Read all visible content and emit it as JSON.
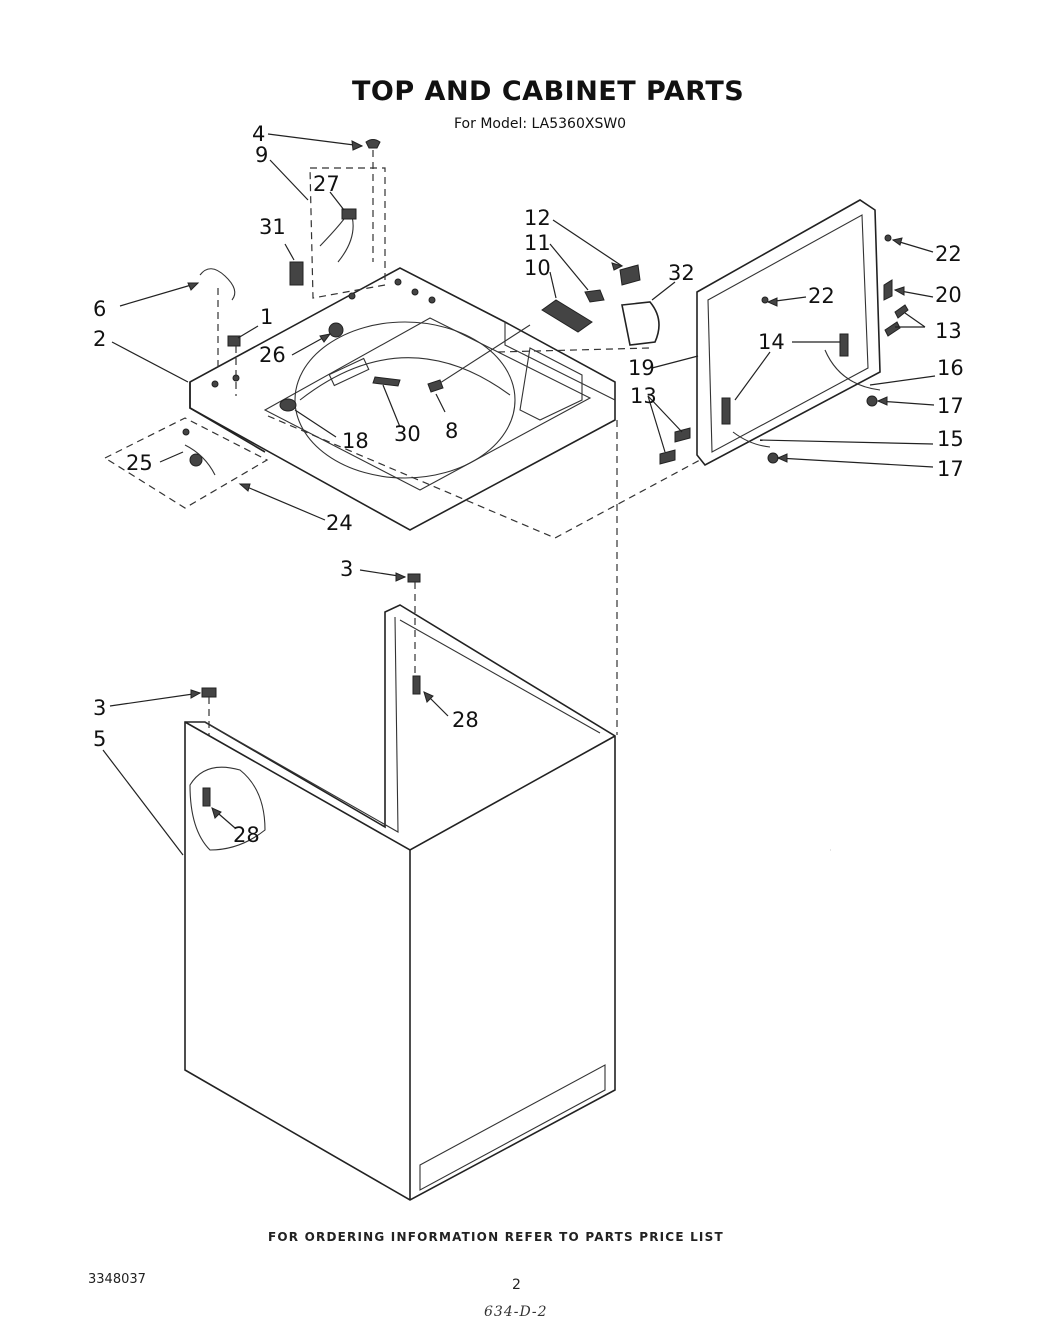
{
  "header": {
    "title": "TOP AND CABINET PARTS",
    "subtitle": "For Model: LA5360XSW0"
  },
  "callouts": [
    {
      "id": "c4",
      "label": "4"
    },
    {
      "id": "c9",
      "label": "9"
    },
    {
      "id": "c27",
      "label": "27"
    },
    {
      "id": "c31",
      "label": "31"
    },
    {
      "id": "c6",
      "label": "6"
    },
    {
      "id": "c1",
      "label": "1"
    },
    {
      "id": "c2",
      "label": "2"
    },
    {
      "id": "c26",
      "label": "26"
    },
    {
      "id": "c12",
      "label": "12"
    },
    {
      "id": "c11",
      "label": "11"
    },
    {
      "id": "c10",
      "label": "10"
    },
    {
      "id": "c32",
      "label": "32"
    },
    {
      "id": "c22a",
      "label": "22"
    },
    {
      "id": "c22b",
      "label": "22"
    },
    {
      "id": "c20",
      "label": "20"
    },
    {
      "id": "c13a",
      "label": "13"
    },
    {
      "id": "c14",
      "label": "14"
    },
    {
      "id": "c19",
      "label": "19"
    },
    {
      "id": "c16",
      "label": "16"
    },
    {
      "id": "c17a",
      "label": "17"
    },
    {
      "id": "c13b",
      "label": "13"
    },
    {
      "id": "c15",
      "label": "15"
    },
    {
      "id": "c17b",
      "label": "17"
    },
    {
      "id": "c30",
      "label": "30"
    },
    {
      "id": "c8",
      "label": "8"
    },
    {
      "id": "c18",
      "label": "18"
    },
    {
      "id": "c25",
      "label": "25"
    },
    {
      "id": "c24",
      "label": "24"
    },
    {
      "id": "c3a",
      "label": "3"
    },
    {
      "id": "c28a",
      "label": "28"
    },
    {
      "id": "c3b",
      "label": "3"
    },
    {
      "id": "c5",
      "label": "5"
    },
    {
      "id": "c28b",
      "label": "28"
    }
  ],
  "footer": {
    "ordering_note": "FOR ORDERING INFORMATION REFER TO PARTS PRICE LIST",
    "doc_number": "3348037",
    "page_number": "2",
    "handwritten_code": "634-D-2"
  }
}
